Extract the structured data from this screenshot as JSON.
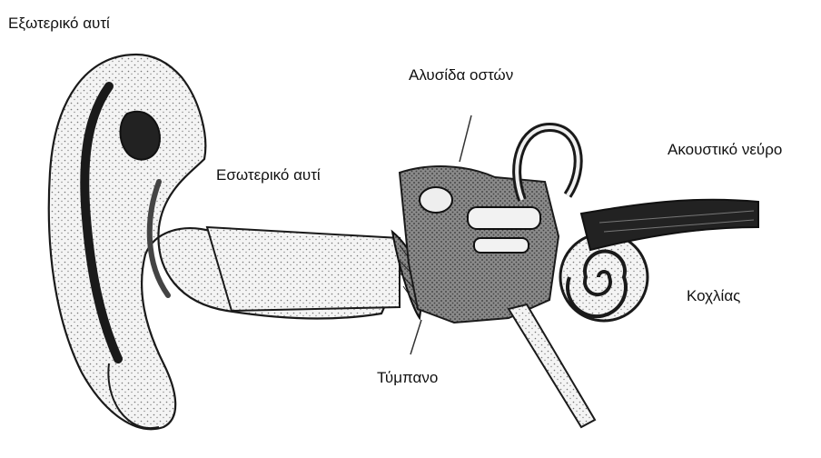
{
  "labels": {
    "outer_ear": "Εξωτερικό αυτί",
    "ossicles": "Αλυσίδα οστών",
    "auditory_nerve": "Ακουστικό νεύρο",
    "inner_ear": "Εσωτερικό αυτί",
    "cochlea": "Κοχλίας",
    "eardrum": "Τύμπανο"
  },
  "colors": {
    "ink": "#1a1a1a",
    "stipple": "#555555",
    "background": "#ffffff"
  }
}
